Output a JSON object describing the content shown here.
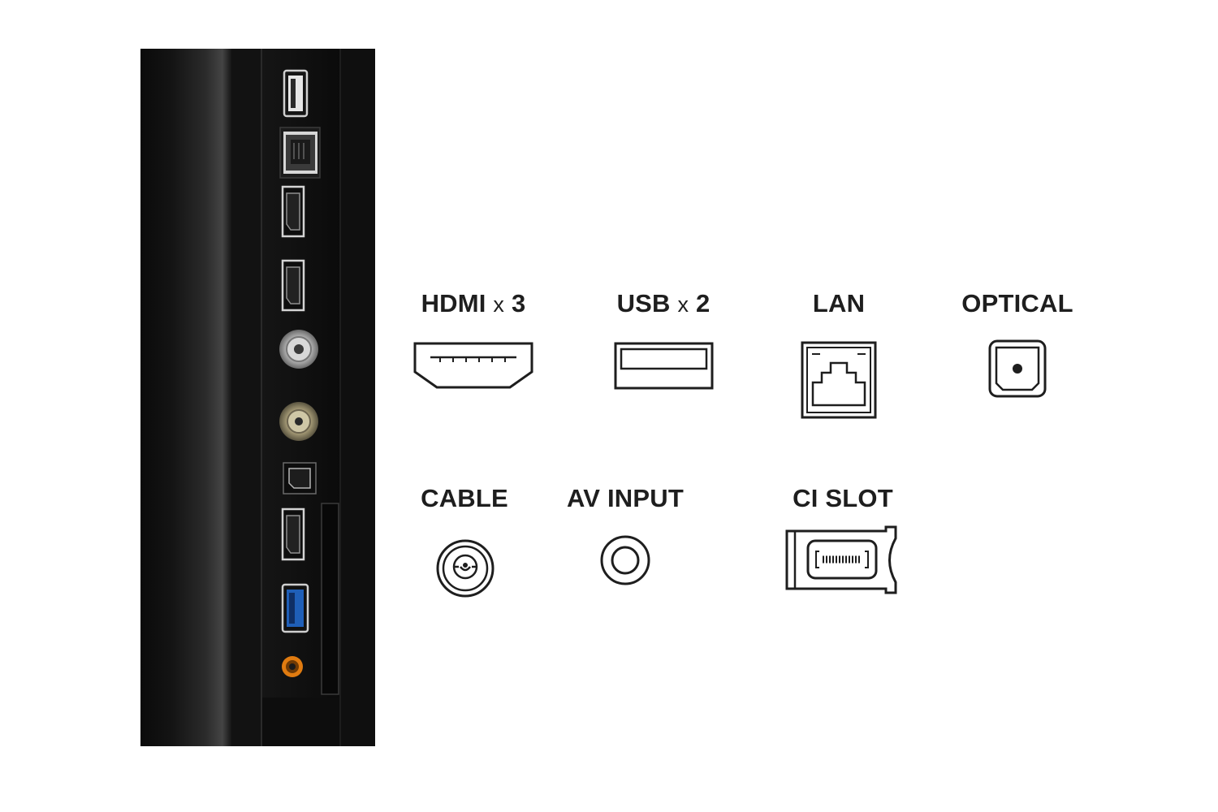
{
  "connectors": [
    {
      "name": "HDMI",
      "mult_sign": "x",
      "count": "3",
      "icon": "hdmi-port-icon"
    },
    {
      "name": "USB",
      "mult_sign": "x",
      "count": "2",
      "icon": "usb-port-icon"
    },
    {
      "name": "LAN",
      "icon": "lan-port-icon"
    },
    {
      "name": "OPTICAL",
      "icon": "optical-port-icon"
    },
    {
      "name": "CABLE",
      "icon": "cable-port-icon"
    },
    {
      "name": "AV INPUT",
      "icon": "av-input-icon"
    },
    {
      "name": "CI SLOT",
      "icon": "ci-slot-icon"
    }
  ],
  "colors": {
    "panel_black": "#0c0c0c",
    "icon_stroke": "#1e1e1e",
    "usb3_blue": "#1f5fb8",
    "audio_orange": "#e07b10"
  }
}
